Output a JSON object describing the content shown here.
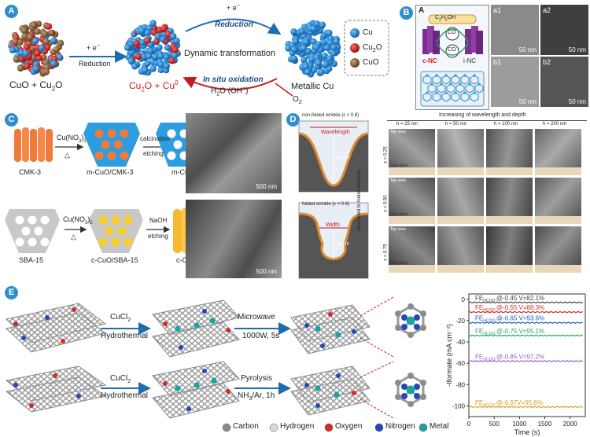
{
  "panels": {
    "A": {
      "label": "A",
      "left_caption": "CuO + Cu",
      "left_caption_sub": "2",
      "left_caption_end": "O",
      "reduction_top": "+ e",
      "reduction_sup": "−",
      "reduction_label": "Reduction",
      "middle_caption_a": "Cu",
      "middle_caption_sub": "2",
      "middle_caption_b": "O + Cu",
      "middle_caption_sup": "0",
      "arc_top_charge": "+ e",
      "arc_top_label": "Reduction",
      "dynamic_label": "Dynamic transformation",
      "arc_bottom_label": "In situ oxidation",
      "water_label": "H",
      "water_sub": "2",
      "water_end": "O (OH",
      "water_sup": "−",
      "water_close": ")",
      "o2_label": "O",
      "o2_sub": "2",
      "metallic_label": "Metallic Cu",
      "legend": [
        {
          "name": "Cu",
          "color": "#1e7fc4"
        },
        {
          "name": "Cu2O",
          "color": "#cc1f1f"
        },
        {
          "name": "CuO",
          "color": "#8a6a3a"
        }
      ]
    },
    "B": {
      "label": "B",
      "sub_label": "A",
      "c2h5oh": "C",
      "c2h5oh_sub": "2",
      "c2h5oh_end": "H",
      "c2h5oh_sub2": "5",
      "c2h5oh_end2": "OH",
      "co_top": "CO",
      "co_bottom": "CO",
      "c_nc": "c-NC",
      "i_nc": "i-NC",
      "tiles": [
        "a1",
        "a2",
        "b1",
        "b2"
      ],
      "scale": "50 nm"
    },
    "C": {
      "label": "C",
      "top_row": {
        "precursor": "CMK-3",
        "reagent": "Cu(NO",
        "reagent_sub": "3",
        "reagent_end": ")",
        "reagent_sub2": "2",
        "heat": "△",
        "intermediate": "m-CuO/CMK-3",
        "step_a": "calcination",
        "step_b": "etching",
        "product": "m-CuO",
        "scale": "500 nm"
      },
      "bottom_row": {
        "precursor": "SBA-15",
        "reagent": "Cu(NO",
        "reagent_sub": "3",
        "reagent_end": ")",
        "reagent_sub2": "2",
        "heat": "△",
        "intermediate": "c-CuO/SBA-15",
        "step_a": "NaOH",
        "step_b": "etching",
        "product": "c-CuO",
        "scale": "500 nm"
      }
    },
    "D": {
      "label": "D",
      "nonfolded_title": "non-folded wrinkle (ε < 0.8)",
      "wavelength": "Wavelength",
      "depth": "Depth",
      "folded_title": "folded wrinkle (ε > 0.8)",
      "width": "Width",
      "grid_title": "Increasing of wavelength and depth",
      "columns": [
        "h = 25 nm",
        "h = 50 nm",
        "h = 100 nm",
        "h = 200 nm"
      ],
      "rows": [
        "ε = 0.25",
        "ε = 0.50",
        "ε = 0.75"
      ],
      "side_axis": "non-folded to folded structure",
      "top_view": "Top-view",
      "side_view": "Side-view"
    },
    "E": {
      "label": "E",
      "top_reagent": "CuCl",
      "top_reagent_sub": "2",
      "top_step1": "Hydrothermal",
      "top_step2a": "Microwave",
      "top_step2b": "1000W, 5s",
      "bottom_reagent": "CuCl",
      "bottom_reagent_sub": "2",
      "bottom_step1": "Hydrothermal",
      "bottom_step2a": "Pyrolysis",
      "bottom_step2b_a": "NH",
      "bottom_step2b_sub": "3",
      "bottom_step2b_b": "/Ar, 1h",
      "legend": [
        {
          "name": "Carbon",
          "color": "#8c8c8c"
        },
        {
          "name": "Hydrogen",
          "color": "#d9d9d9"
        },
        {
          "name": "Oxygen",
          "color": "#d42a2a"
        },
        {
          "name": "Nitrogen",
          "color": "#2747b8"
        },
        {
          "name": "Metal",
          "color": "#1aa3a3"
        }
      ]
    }
  },
  "chart_data": {
    "type": "line",
    "xlabel": "Time (s)",
    "ylabel": "-Iformate (mA cm⁻²)",
    "xlim": [
      0,
      2300
    ],
    "ylim": [
      -110,
      5
    ],
    "xticks": [
      0,
      500,
      1000,
      1500,
      2000
    ],
    "yticks": [
      0,
      -20,
      -40,
      -60,
      -80,
      -100
    ],
    "series": [
      {
        "name": "FEHCOO-@-0.45 V=82.1%",
        "label_a": "FE",
        "label_sub": "HCOO-",
        "label_b": "@-0.45 V=82.1%",
        "color": "#444444",
        "value": -3
      },
      {
        "name": "FEHCOO-@-0.55 V=88.3%",
        "label_a": "FE",
        "label_sub": "HCOO-",
        "label_b": "@-0.55 V=88.3%",
        "color": "#d42a2a",
        "value": -12
      },
      {
        "name": "FEHCOO-@-0.65 V=93.6%",
        "label_a": "FE",
        "label_sub": "HCOO-",
        "label_b": "@-0.65 V=93.6%",
        "color": "#1f5fb0",
        "value": -22
      },
      {
        "name": "FEHCOO-@-0.75 V=95.1%",
        "label_a": "FE",
        "label_sub": "HCOO-",
        "label_b": "@-0.75 V=95.1%",
        "color": "#2aa36b",
        "value": -34
      },
      {
        "name": "FEHCOO-@-0.85 V=97.2%",
        "label_a": "FE",
        "label_sub": "HCOO-",
        "label_b": "@-0.85 V=97.2%",
        "color": "#9a5fc7",
        "value": -58
      },
      {
        "name": "FEHCOO-@-0.97V=95.6%",
        "label_a": "FE",
        "label_sub": "HCOO-",
        "label_b": "@-0.97V=95.6%",
        "color": "#d9a21b",
        "value": -101
      }
    ]
  }
}
